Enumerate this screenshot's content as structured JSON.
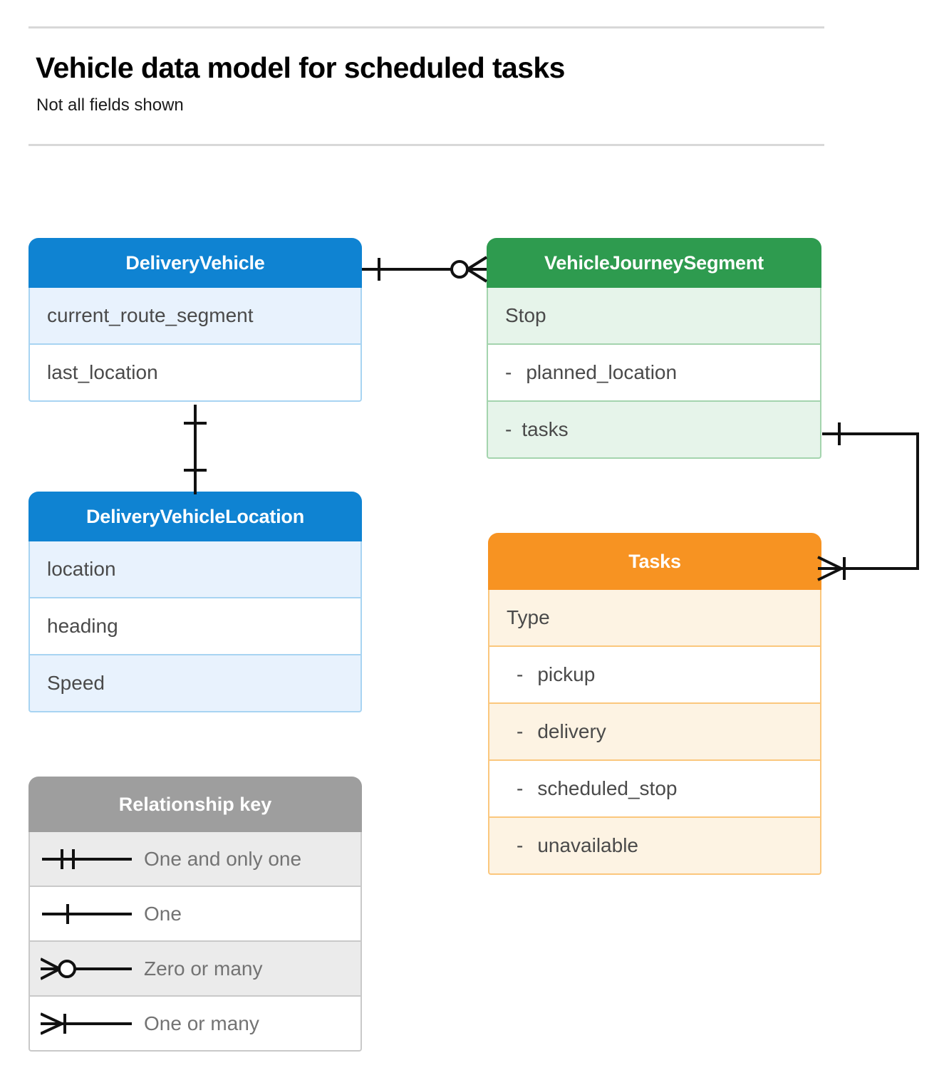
{
  "header": {
    "title": "Vehicle data model for scheduled tasks",
    "subtitle": "Not all fields shown"
  },
  "colors": {
    "blue_header": "#0f83d2",
    "blue_row_alt": "#e8f2fd",
    "blue_border": "#a8d4f2",
    "green_header": "#2e9b4f",
    "green_row_alt": "#e6f4ea",
    "green_border": "#a4d4ae",
    "orange_header": "#f79322",
    "orange_row_alt": "#fdf3e3",
    "orange_border": "#fbc77d",
    "gray_header": "#9e9e9e",
    "gray_row_alt": "#ebebeb",
    "gray_border": "#c9c9c9",
    "connector": "#111111",
    "rule": "#d8d8d8",
    "field_text": "#4a4a4a"
  },
  "entities": [
    {
      "id": "delivery-vehicle",
      "name": "DeliveryVehicle",
      "color": "blue",
      "fields": [
        {
          "label": "current_route_segment",
          "dash": false
        },
        {
          "label": "last_location",
          "dash": false
        }
      ]
    },
    {
      "id": "vehicle-journey-segment",
      "name": "VehicleJourneySegment",
      "color": "green",
      "fields": [
        {
          "label": "Stop",
          "dash": false
        },
        {
          "label": "planned_location",
          "dash": true
        },
        {
          "label": "tasks",
          "dash": true
        }
      ]
    },
    {
      "id": "delivery-vehicle-location",
      "name": "DeliveryVehicleLocation",
      "color": "blue",
      "fields": [
        {
          "label": "location",
          "dash": false
        },
        {
          "label": "heading",
          "dash": false
        },
        {
          "label": "Speed",
          "dash": false
        }
      ]
    },
    {
      "id": "tasks",
      "name": "Tasks",
      "color": "orange",
      "fields": [
        {
          "label": "Type",
          "dash": false
        },
        {
          "label": "pickup",
          "dash": true
        },
        {
          "label": "delivery",
          "dash": true
        },
        {
          "label": "scheduled_stop",
          "dash": true
        },
        {
          "label": "unavailable",
          "dash": true
        }
      ]
    }
  ],
  "dash_char": "-",
  "legend": {
    "title": "Relationship key",
    "rows": [
      {
        "symbol": "one-and-only-one",
        "label": "One and only one"
      },
      {
        "symbol": "one",
        "label": "One"
      },
      {
        "symbol": "zero-or-many",
        "label": "Zero or many"
      },
      {
        "symbol": "one-or-many",
        "label": "One or many"
      }
    ]
  },
  "relationships": [
    {
      "id": "vehicle-to-journey-segment",
      "from": "DeliveryVehicle",
      "to": "VehicleJourneySegment",
      "from_cardinality": "One",
      "to_cardinality": "Zero or many"
    },
    {
      "id": "vehicle-to-vehicle-location",
      "from": "DeliveryVehicle",
      "to": "DeliveryVehicleLocation",
      "from_cardinality": "One",
      "to_cardinality": "One"
    },
    {
      "id": "journey-segment-tasks-to-tasks",
      "from": "VehicleJourneySegment.tasks",
      "to": "Tasks",
      "from_cardinality": "One",
      "to_cardinality": "One or many"
    }
  ]
}
